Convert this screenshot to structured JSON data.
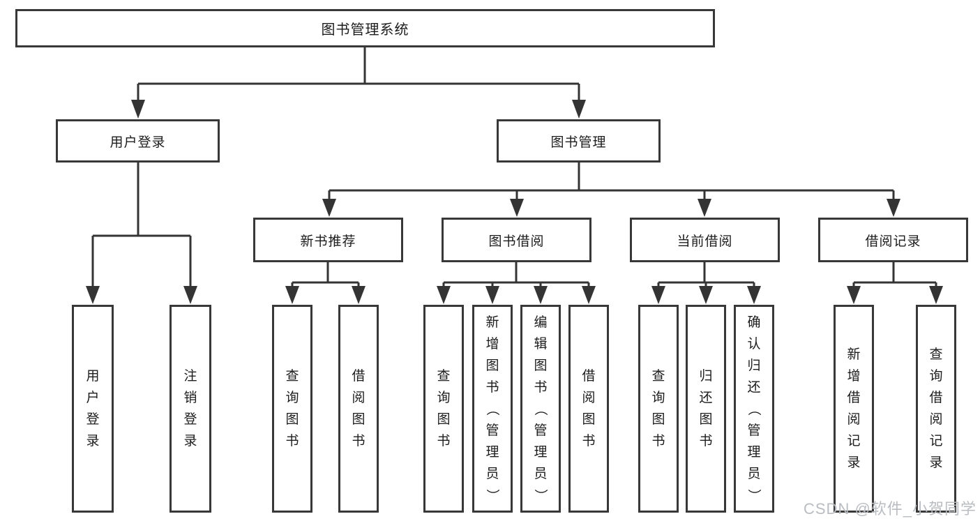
{
  "colors": {
    "box_border": "#383838",
    "connector": "#343434",
    "text": "#1c1c1c",
    "watermark_text": "#b9bdc2"
  },
  "watermark": "CSDN @软件_小贺同学",
  "tree": {
    "root": "图书管理系统",
    "branches": [
      {
        "label": "用户登录",
        "leaves": [
          "用户登录",
          "注销登录"
        ]
      },
      {
        "label": "图书管理",
        "groups": [
          {
            "label": "新书推荐",
            "leaves": [
              "查询图书",
              "借阅图书"
            ]
          },
          {
            "label": "图书借阅",
            "leaves": [
              "查询图书",
              "新增图书（管理员）",
              "编辑图书（管理员）",
              "借阅图书"
            ]
          },
          {
            "label": "当前借阅",
            "leaves": [
              "查询图书",
              "归还图书",
              "确认归还（管理员）"
            ]
          },
          {
            "label": "借阅记录",
            "leaves": [
              "新增借阅记录",
              "查询借阅记录"
            ]
          }
        ]
      }
    ]
  }
}
